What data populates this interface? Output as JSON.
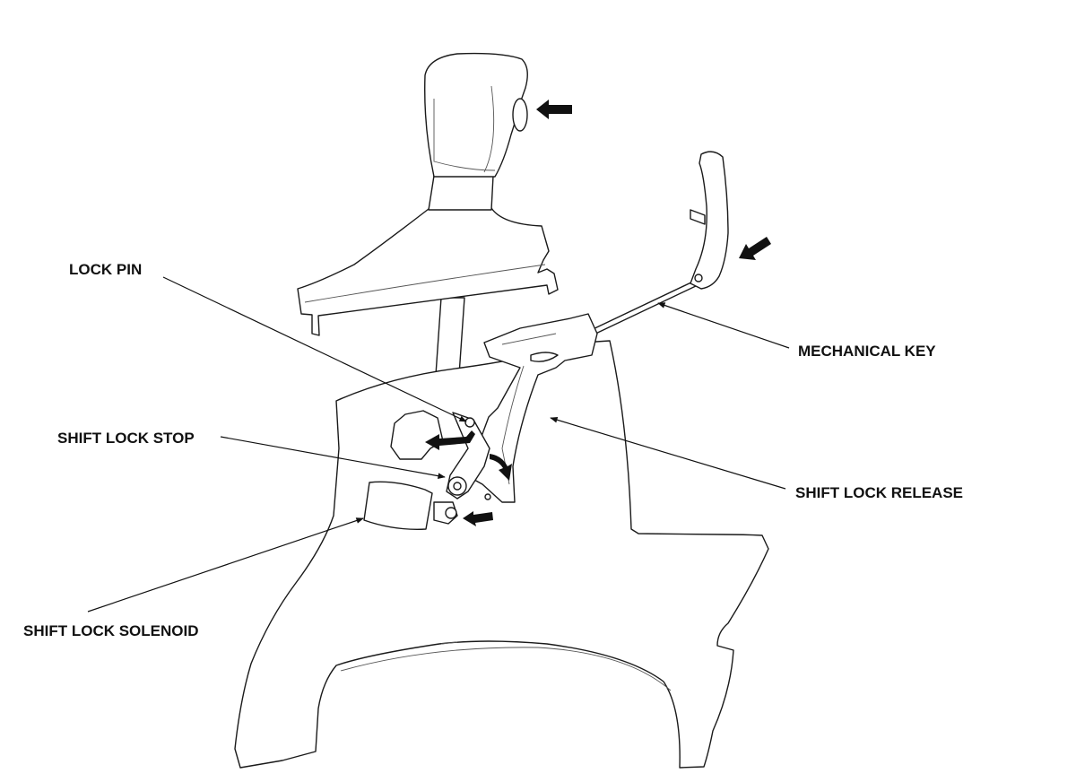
{
  "labels": {
    "lock_pin": "LOCK PIN",
    "shift_lock_stop": "SHIFT LOCK STOP",
    "shift_lock_solenoid": "SHIFT LOCK SOLENOID",
    "mechanical_key": "MECHANICAL KEY",
    "shift_lock_release": "SHIFT LOCK RELEASE"
  },
  "colors": {
    "line": "#1a1a1a",
    "background": "#ffffff"
  }
}
